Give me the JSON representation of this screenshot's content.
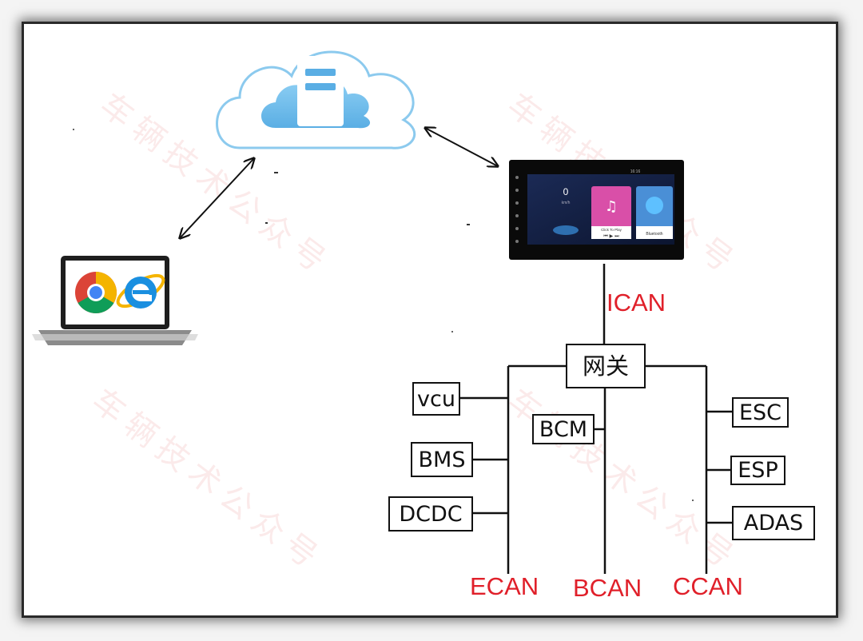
{
  "colors": {
    "bus_label": "#e0202a",
    "line": "#111111",
    "cloud_stroke": "#7cc4ee",
    "cloud_fill": "#6cbbea",
    "watermark": "#f3c9c9"
  },
  "icons": {
    "cloud": "cloud-server-icon",
    "laptop": "laptop-browser-icon",
    "headunit": "car-head-unit-icon"
  },
  "watermark": "车辆技术公众号",
  "headunit": {
    "speed": "0",
    "speed_unit": "km/h",
    "music_caption": "Click To Play",
    "bluetooth_caption": "Bluetooth",
    "time": "16:16"
  },
  "buses": {
    "ican": "ICAN",
    "ecan": "ECAN",
    "bcan": "BCAN",
    "ccan": "CCAN"
  },
  "gateway": "网关",
  "ecan_nodes": [
    "vcu",
    "BMS",
    "DCDC"
  ],
  "bcan_nodes": [
    "BCM"
  ],
  "ccan_nodes": [
    "ESC",
    "ESP",
    "ADAS"
  ]
}
